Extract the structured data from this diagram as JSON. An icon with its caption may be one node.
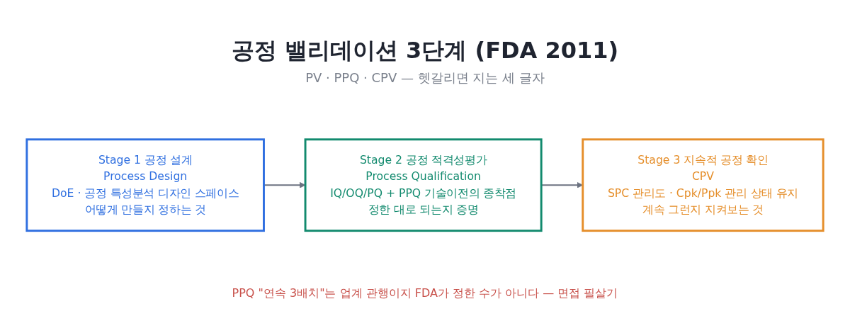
{
  "diagram": {
    "title": "공정 밸리데이션 3단계 (FDA 2011)",
    "nodes": [
      {
        "text": [
          "Stage 1 공정 설계",
          "Process Design",
          "DoE · 공정 특성분석 디자인 스페이스",
          "어떻게 만들지 정하는 것"
        ]
      },
      {
        "text": [
          "Stage 2 공정 적격성평가",
          "Process Qualification",
          "IQ/OQ/PQ + PPQ 기술이전의 종착점",
          "정한 대로 되는지 증명"
        ]
      },
      {
        "text": [
          "Stage 3 지속적 공정 확인",
          "CPV",
          "SPC 관리도 · Cpk/Ppk 관리 상태 유지",
          "계속 그런지 지켜보는 것"
        ]
      }
    ],
    "edges": [
      {
        "from": 0,
        "to": 1,
        "arrow": "to"
      },
      {
        "from": 1,
        "to": 2,
        "arrow": "to"
      }
    ],
    "labels": [
      "PV · PPQ · CPV — 헷갈리면 지는 세 글자"
    ],
    "caption": "PPQ \"연속 3배치\"는 업계 관행이지 FDA가 정한 수가 아니다 — 면접 필살기"
  }
}
